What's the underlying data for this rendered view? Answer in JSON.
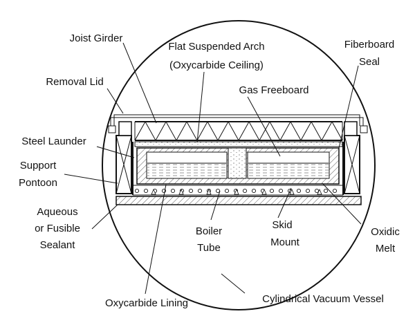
{
  "labels": {
    "joist_girder": "Joist Girder",
    "flat_arch_1": "Flat Suspended Arch",
    "flat_arch_2": "(Oxycarbide Ceiling)",
    "fiberboard_1": "Fiberboard",
    "fiberboard_2": "Seal",
    "removal_lid": "Removal Lid",
    "gas_freeboard": "Gas Freeboard",
    "steel_launder": "Steel Launder",
    "support_1": "Support",
    "support_2": "Pontoon",
    "aqueous_1": "Aqueous",
    "aqueous_2": "or Fusible",
    "aqueous_3": "Sealant",
    "boiler_1": "Boiler",
    "boiler_2": "Tube",
    "skid_1": "Skid",
    "skid_2": "Mount",
    "oxidic_1": "Oxidic",
    "oxidic_2": "Melt",
    "oxycarbide_lining": "Oxycarbide Lining",
    "vacuum_vessel": "Cylindrical Vacuum Vessel"
  }
}
